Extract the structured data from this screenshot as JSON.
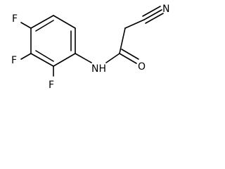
{
  "atoms": {
    "fluorine_top": "F",
    "fluorine_middle": "F",
    "fluorine_bottom": "F",
    "amide_nitrogen": "NH",
    "carbonyl_oxygen": "O",
    "nitrile_nitrogen": "N"
  }
}
